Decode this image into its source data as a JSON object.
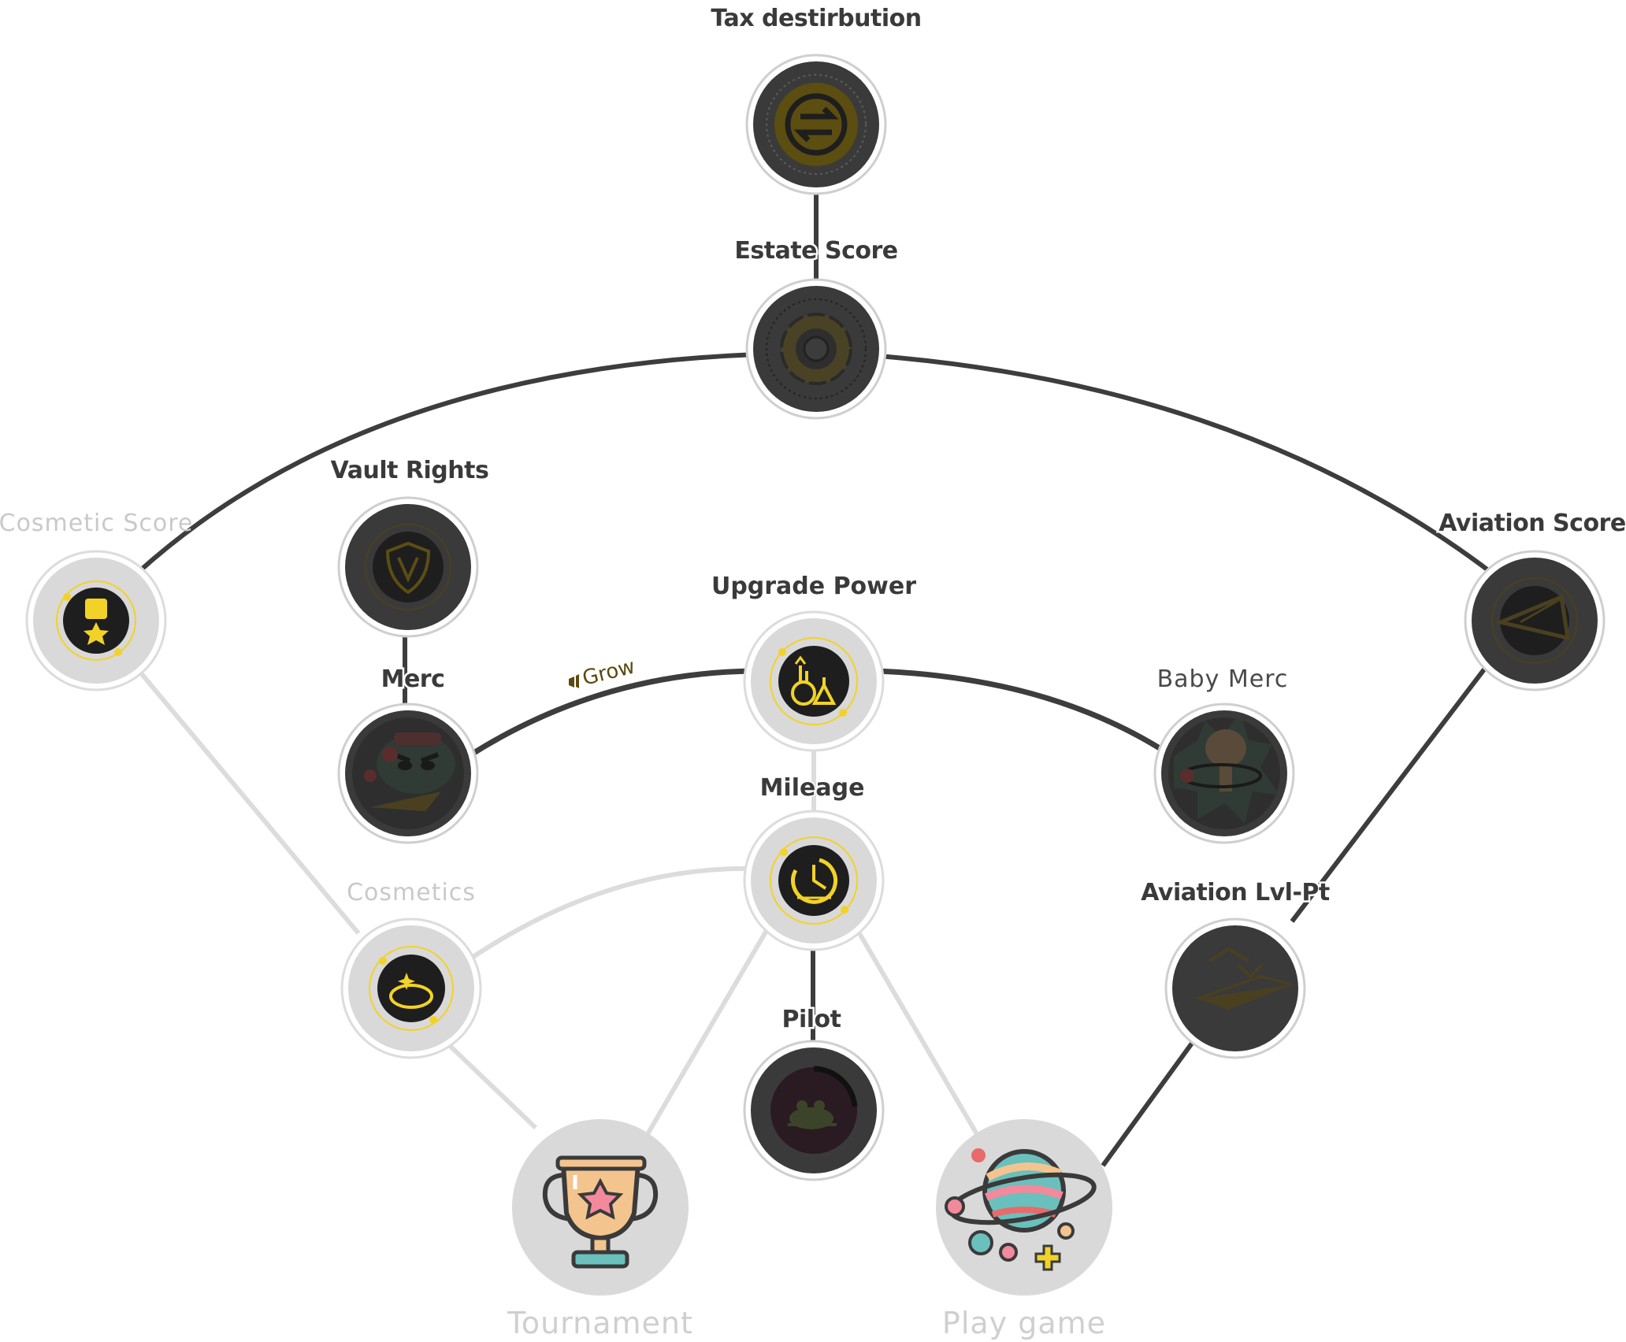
{
  "nodes": {
    "tax_distribution": {
      "label": "Tax destirbution",
      "icon": "exchange-arrows-icon",
      "state": "locked"
    },
    "estate_score": {
      "label": "Estate Score",
      "icon": "vault-dial-icon",
      "state": "locked"
    },
    "cosmetic_score": {
      "label": "Cosmetic Score",
      "icon": "medal-icon",
      "state": "unlocked"
    },
    "vault_rights": {
      "label": "Vault Rights",
      "icon": "shield-v-icon",
      "state": "locked"
    },
    "aviation_score": {
      "label": "Aviation Score",
      "icon": "paper-plane-icon",
      "state": "locked"
    },
    "upgrade_power": {
      "label": "Upgrade Power",
      "icon": "flasks-icon",
      "state": "unlocked"
    },
    "merc": {
      "label": "Merc",
      "icon": "merc-creature-icon",
      "state": "locked"
    },
    "baby_merc": {
      "label": "Baby Merc",
      "icon": "baby-merc-creature-icon",
      "state": "locked"
    },
    "mileage": {
      "label": "Mileage",
      "icon": "gauge-icon",
      "state": "unlocked"
    },
    "cosmetics": {
      "label": "Cosmetics",
      "icon": "sparkle-ring-icon",
      "state": "unlocked"
    },
    "aviation_lvl": {
      "label": "Aviation Lvl-Pt",
      "icon": "plane-chevron-icon",
      "state": "locked"
    },
    "pilot": {
      "label": "Pilot",
      "icon": "pilot-frog-icon",
      "state": "locked"
    },
    "tournament": {
      "label": "Tournament",
      "icon": "trophy-icon",
      "state": "unlocked"
    },
    "play_game": {
      "label": "Play game",
      "icon": "planet-icon",
      "state": "unlocked"
    }
  },
  "edge_labels": {
    "grow": "Grow"
  },
  "colors": {
    "locked_node": "#3a3a3a",
    "unlocked_node": "#d9d9d9",
    "accent_gold": "#f2d227",
    "dark_edge": "#3d3d3d",
    "light_edge": "#dcdcdc"
  }
}
